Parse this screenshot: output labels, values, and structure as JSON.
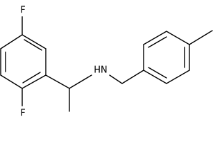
{
  "atom_labels": {
    "fluorine_top": "F",
    "fluorine_bottom": "F",
    "amine": "HN"
  },
  "colors": {
    "bond": "#000000",
    "label": "#000000",
    "background": "#ffffff"
  }
}
